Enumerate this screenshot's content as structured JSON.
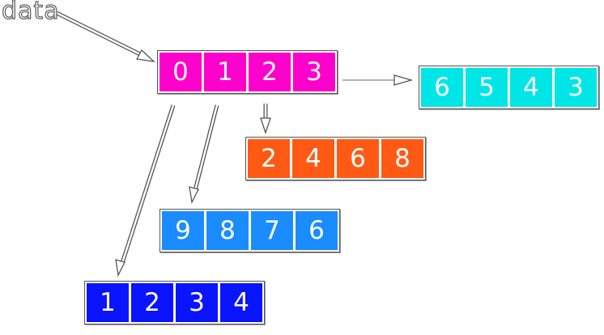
{
  "label": {
    "text": "data"
  },
  "arrays": [
    {
      "id": "source",
      "color": "#ff00cc",
      "values": [
        "0",
        "1",
        "2",
        "3"
      ]
    },
    {
      "id": "cyan",
      "color": "#00e6e6",
      "values": [
        "6",
        "5",
        "4",
        "3"
      ]
    },
    {
      "id": "orange",
      "color": "#ff5a14",
      "values": [
        "2",
        "4",
        "6",
        "8"
      ]
    },
    {
      "id": "light-blue",
      "color": "#1a8cff",
      "values": [
        "9",
        "8",
        "7",
        "6"
      ]
    },
    {
      "id": "dark-blue",
      "color": "#0a14ff",
      "values": [
        "1",
        "2",
        "3",
        "4"
      ]
    }
  ]
}
